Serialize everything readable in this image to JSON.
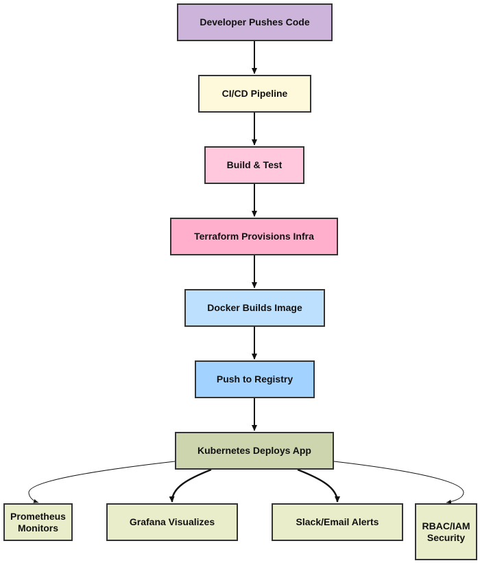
{
  "diagram": {
    "colors": {
      "stroke": "#333333",
      "edge": "#111111",
      "purple": "#cdb4db",
      "yellow": "#fff9db",
      "light_pink": "#ffc8dd",
      "pink": "#ffafcc",
      "light_blue": "#bde0fe",
      "blue": "#a2d2ff",
      "olive": "#ccd5ae",
      "light_olive": "#e9edc9"
    },
    "nodes": {
      "dev": {
        "label": "Developer Pushes Code",
        "fill": "#cdb4db"
      },
      "cicd": {
        "label": "CI/CD Pipeline",
        "fill": "#fff9db"
      },
      "build": {
        "label": "Build & Test",
        "fill": "#ffc8dd"
      },
      "terraform": {
        "label": "Terraform Provisions Infra",
        "fill": "#ffafcc"
      },
      "docker": {
        "label": "Docker Builds Image",
        "fill": "#bde0fe"
      },
      "push": {
        "label": "Push to Registry",
        "fill": "#a2d2ff"
      },
      "k8s": {
        "label": "Kubernetes Deploys App",
        "fill": "#ccd5ae"
      },
      "prometheus": {
        "label": "Prometheus\nMonitors",
        "fill": "#e9edc9"
      },
      "grafana": {
        "label": "Grafana Visualizes",
        "fill": "#e9edc9"
      },
      "alerts": {
        "label": "Slack/Email Alerts",
        "fill": "#e9edc9"
      },
      "rbac": {
        "label": "RBAC/IAM\nSecurity",
        "fill": "#e9edc9"
      }
    },
    "edges": [
      {
        "from": "dev",
        "to": "cicd"
      },
      {
        "from": "cicd",
        "to": "build"
      },
      {
        "from": "build",
        "to": "terraform"
      },
      {
        "from": "terraform",
        "to": "docker"
      },
      {
        "from": "docker",
        "to": "push"
      },
      {
        "from": "push",
        "to": "k8s"
      },
      {
        "from": "k8s",
        "to": "prometheus"
      },
      {
        "from": "k8s",
        "to": "grafana"
      },
      {
        "from": "k8s",
        "to": "alerts"
      },
      {
        "from": "k8s",
        "to": "rbac"
      }
    ]
  }
}
